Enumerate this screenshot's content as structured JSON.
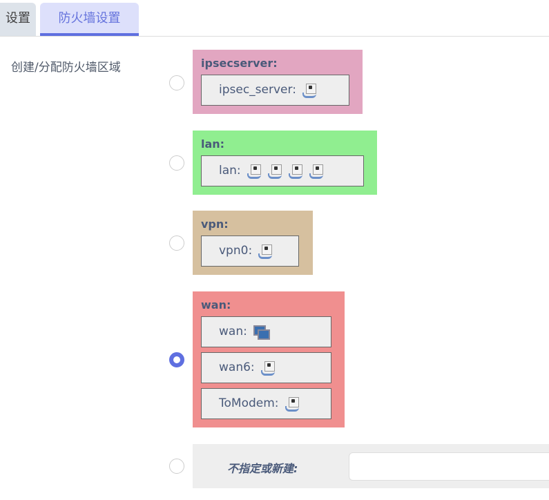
{
  "tabs": [
    {
      "label": "设置"
    },
    {
      "label": "防火墙设置"
    }
  ],
  "section_label": "创建/分配防火墙区域",
  "zones": [
    {
      "name": "ipsecserver:",
      "color": "#e2a6c1",
      "networks": [
        {
          "label": "ipsec_server:",
          "icons": [
            "ethernet-port-icon"
          ]
        }
      ],
      "selected": false
    },
    {
      "name": "lan:",
      "color": "#90ee90",
      "networks": [
        {
          "label": "lan:",
          "icons": [
            "ethernet-port-icon",
            "ethernet-port-icon",
            "ethernet-port-icon",
            "ethernet-port-icon"
          ]
        }
      ],
      "selected": false
    },
    {
      "name": "vpn:",
      "color": "#d6c09f",
      "networks": [
        {
          "label": "vpn0:",
          "icons": [
            "ethernet-port-icon"
          ]
        }
      ],
      "selected": false
    },
    {
      "name": "wan:",
      "color": "#f08f8f",
      "networks": [
        {
          "label": "wan:",
          "icons": [
            "bridge-icon"
          ]
        },
        {
          "label": "wan6:",
          "icons": [
            "ethernet-port-icon"
          ]
        },
        {
          "label": "ToModem:",
          "icons": [
            "ethernet-port-icon"
          ]
        }
      ],
      "selected": true
    }
  ],
  "unspecified": {
    "label": "不指定或新建:",
    "value": ""
  }
}
